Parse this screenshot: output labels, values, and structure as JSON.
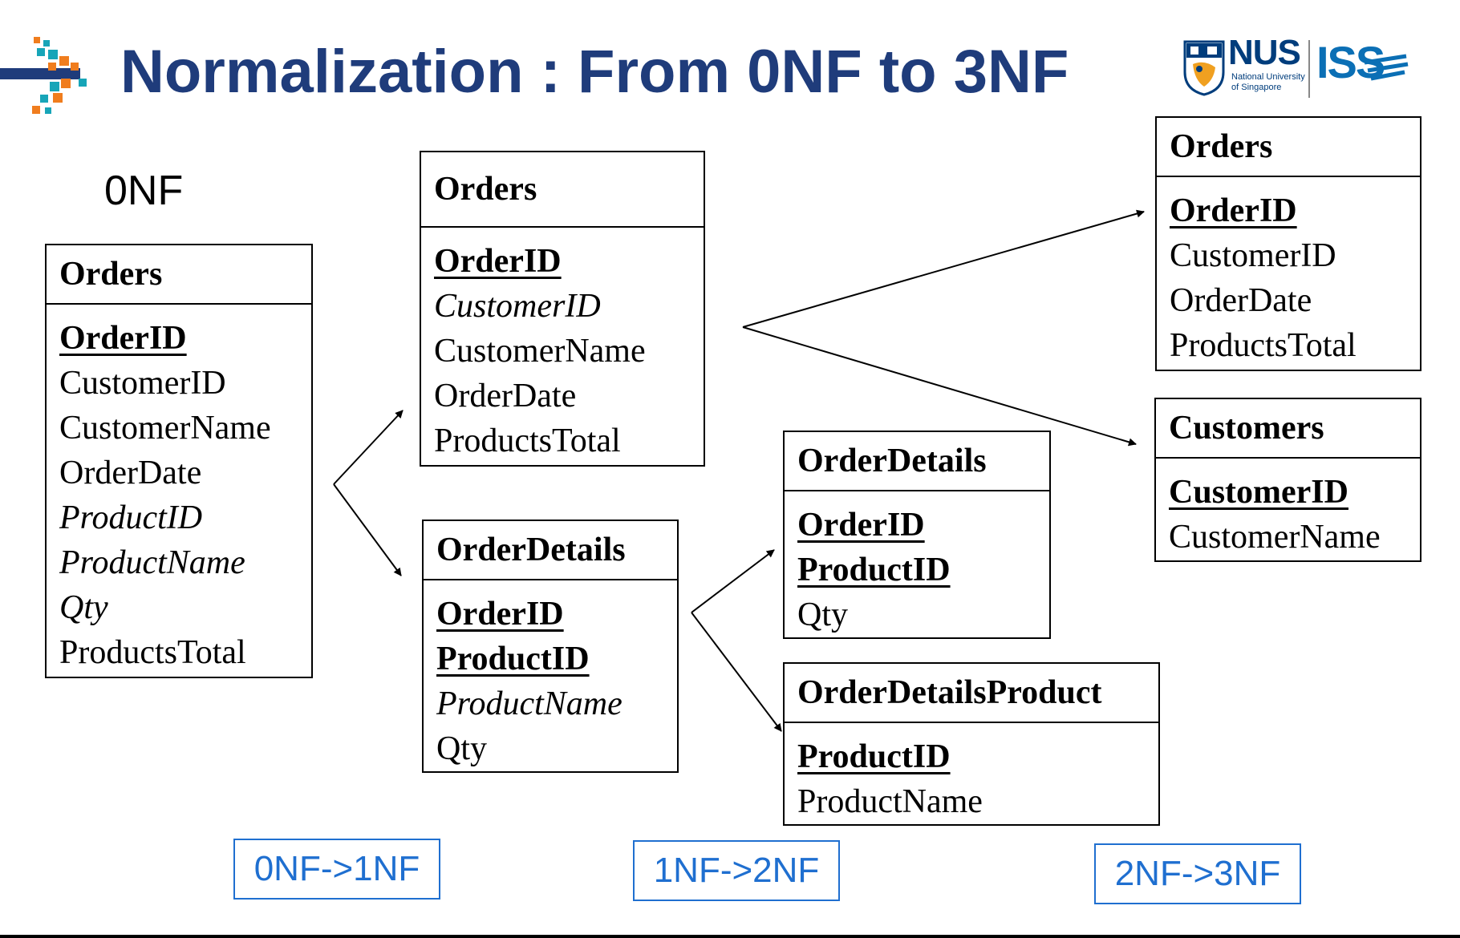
{
  "slide": {
    "title": "Normalization : From 0NF to 3NF",
    "stage_label": "0NF"
  },
  "logo": {
    "nus": "NUS",
    "nus_sub_1": "National University",
    "nus_sub_2": "of Singapore",
    "iss": "ISS"
  },
  "tables": {
    "onf_orders": {
      "name": "Orders",
      "fields": [
        {
          "label": "OrderID",
          "style": "key"
        },
        {
          "label": "CustomerID",
          "style": "plain"
        },
        {
          "label": "CustomerName",
          "style": "plain"
        },
        {
          "label": "OrderDate",
          "style": "plain"
        },
        {
          "label": "ProductID",
          "style": "fk"
        },
        {
          "label": "ProductName",
          "style": "fk"
        },
        {
          "label": "Qty",
          "style": "fk"
        },
        {
          "label": "ProductsTotal",
          "style": "plain"
        }
      ]
    },
    "nf1_orders": {
      "name": "Orders",
      "fields": [
        {
          "label": "OrderID",
          "style": "key"
        },
        {
          "label": "CustomerID",
          "style": "fk"
        },
        {
          "label": "CustomerName",
          "style": "plain"
        },
        {
          "label": "OrderDate",
          "style": "plain"
        },
        {
          "label": "ProductsTotal",
          "style": "plain"
        }
      ]
    },
    "nf1_orderdetails": {
      "name": "OrderDetails",
      "fields": [
        {
          "label": "OrderID",
          "style": "key"
        },
        {
          "label": "ProductID",
          "style": "key"
        },
        {
          "label": "ProductName",
          "style": "fk"
        },
        {
          "label": "Qty",
          "style": "plain"
        }
      ]
    },
    "nf2_orderdetails": {
      "name": "OrderDetails",
      "fields": [
        {
          "label": "OrderID",
          "style": "key"
        },
        {
          "label": "ProductID",
          "style": "key"
        },
        {
          "label": "Qty",
          "style": "plain"
        }
      ]
    },
    "nf2_orderdetailsproduct": {
      "name": "OrderDetailsProduct",
      "fields": [
        {
          "label": "ProductID",
          "style": "key"
        },
        {
          "label": "ProductName",
          "style": "plain"
        }
      ]
    },
    "nf3_orders": {
      "name": "Orders",
      "fields": [
        {
          "label": "OrderID",
          "style": "key"
        },
        {
          "label": "CustomerID",
          "style": "plain"
        },
        {
          "label": "OrderDate",
          "style": "plain"
        },
        {
          "label": "ProductsTotal",
          "style": "plain"
        }
      ]
    },
    "nf3_customers": {
      "name": "Customers",
      "fields": [
        {
          "label": "CustomerID",
          "style": "key"
        },
        {
          "label": "CustomerName",
          "style": "plain"
        }
      ]
    }
  },
  "steps": {
    "step1": "0NF->1NF",
    "step2": "1NF->2NF",
    "step3": "2NF->3NF"
  },
  "colors": {
    "title": "#1f3c7b",
    "step_border": "#1f6fd0",
    "accent_orange": "#f07d1e",
    "accent_teal": "#17a5b8"
  }
}
